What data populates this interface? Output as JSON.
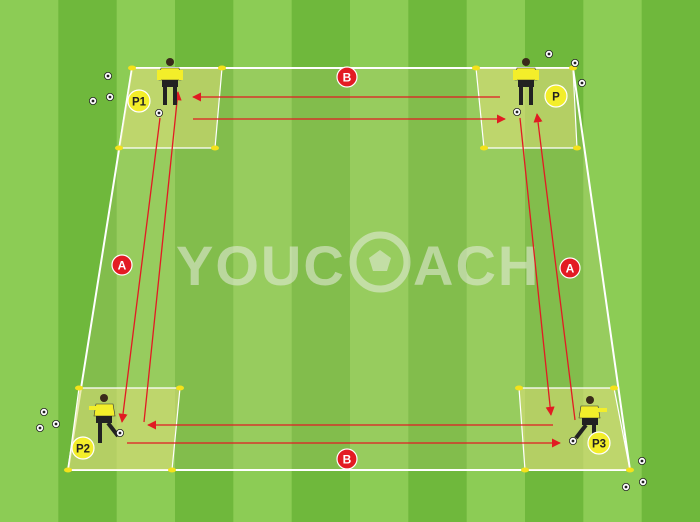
{
  "watermark": {
    "left": "YOUC",
    "right": "ACH"
  },
  "colors": {
    "grass_light": "#8ccc55",
    "grass_dark": "#6fb83c",
    "zone_fill": "#c8d86a",
    "arrow": "#e11b22",
    "label_red": "#e31b23",
    "label_yellow": "#f3ee2a",
    "line_white": "#ffffff",
    "cone": "#f4e21a"
  },
  "labels": {
    "b_top": "B",
    "b_bottom": "B",
    "a_left": "A",
    "a_right": "A",
    "player_tl": "P1",
    "player_tr": "P",
    "player_bl": "P2",
    "player_br": "P3"
  }
}
